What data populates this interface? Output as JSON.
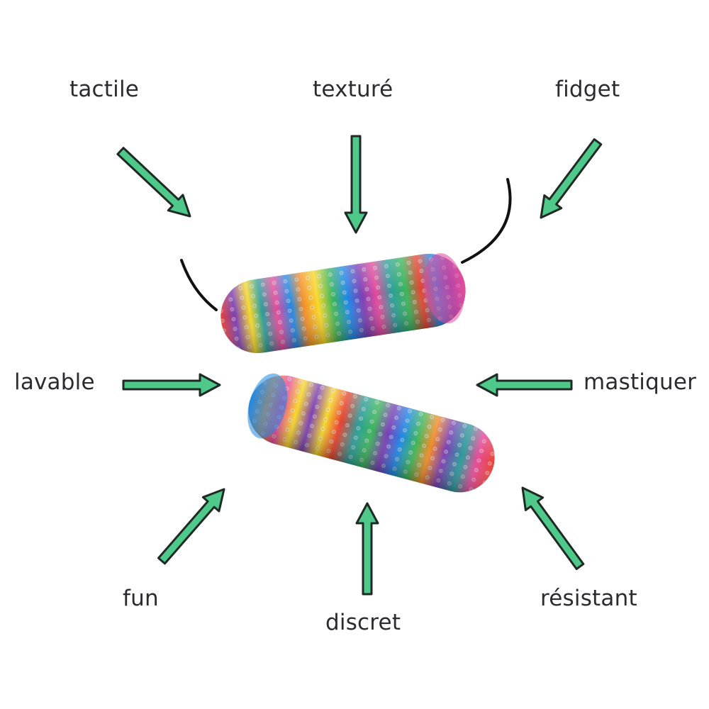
{
  "labels": {
    "tactile": "tactile",
    "texture": "texturé",
    "fidget": "fidget",
    "lavable": "lavable",
    "mastiquer": "mastiquer",
    "fun": "fun",
    "discret": "discret",
    "resistant": "résistant"
  },
  "colors": {
    "arrow_fill": "#4fc98a",
    "arrow_outline": "#1f2a24",
    "text": "#2b2b30",
    "cord": "#111111",
    "stripes": [
      "#e8422f",
      "#f28c28",
      "#f7d82b",
      "#3cb55a",
      "#1e88e5",
      "#7b3fb5",
      "#e64a9a",
      "#2a9d9b"
    ]
  },
  "icons": [
    "arrow-icon",
    "chew-tube-top",
    "chew-tube-bottom",
    "cord-icon"
  ]
}
